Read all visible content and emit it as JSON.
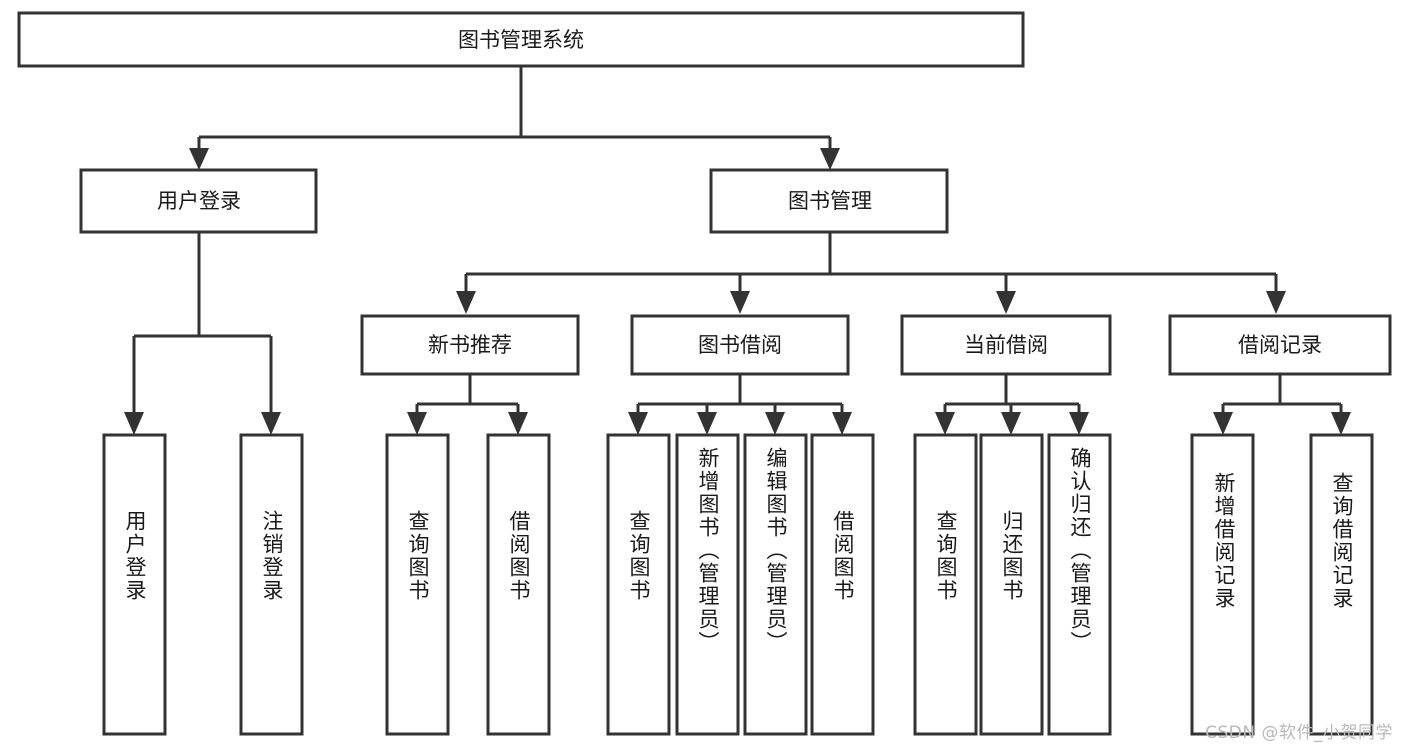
{
  "diagram": {
    "type": "tree-hierarchy-chart",
    "title": "图书管理系统",
    "watermark": "CSDN @软件_小贺同学",
    "colors": {
      "stroke": "#333333",
      "box_fill": "#ffffff",
      "text": "#1a1a1a",
      "background": "#ffffff",
      "watermark": "#b8b8b8"
    },
    "levels": {
      "root": {
        "label": "图书管理系统"
      },
      "level1": [
        {
          "id": "user-login",
          "label": "用户登录"
        },
        {
          "id": "book-manage",
          "label": "图书管理"
        }
      ],
      "level2": [
        {
          "id": "new-book-recommend",
          "label": "新书推荐",
          "parent": "book-manage"
        },
        {
          "id": "book-borrow",
          "label": "图书借阅",
          "parent": "book-manage"
        },
        {
          "id": "current-borrow",
          "label": "当前借阅",
          "parent": "book-manage"
        },
        {
          "id": "borrow-record",
          "label": "借阅记录",
          "parent": "book-manage"
        }
      ],
      "leaves": [
        {
          "id": "leaf-user-login",
          "label": "用户登录",
          "parent": "user-login"
        },
        {
          "id": "leaf-logout-login",
          "label": "注销登录",
          "parent": "user-login"
        },
        {
          "id": "leaf-query-book-1",
          "label": "查询图书",
          "parent": "new-book-recommend"
        },
        {
          "id": "leaf-borrow-book-1",
          "label": "借阅图书",
          "parent": "new-book-recommend"
        },
        {
          "id": "leaf-query-book-2",
          "label": "查询图书",
          "parent": "book-borrow"
        },
        {
          "id": "leaf-add-book",
          "label": "新增图书（管理员）",
          "parent": "book-borrow"
        },
        {
          "id": "leaf-edit-book",
          "label": "编辑图书（管理员）",
          "parent": "book-borrow"
        },
        {
          "id": "leaf-borrow-book-2",
          "label": "借阅图书",
          "parent": "book-borrow"
        },
        {
          "id": "leaf-query-book-3",
          "label": "查询图书",
          "parent": "current-borrow"
        },
        {
          "id": "leaf-return-book",
          "label": "归还图书",
          "parent": "current-borrow"
        },
        {
          "id": "leaf-confirm-return",
          "label": "确认归还（管理员）",
          "parent": "current-borrow"
        },
        {
          "id": "leaf-add-record",
          "label": "新增借阅记录",
          "parent": "borrow-record"
        },
        {
          "id": "leaf-query-record",
          "label": "查询借阅记录",
          "parent": "borrow-record"
        }
      ]
    }
  }
}
